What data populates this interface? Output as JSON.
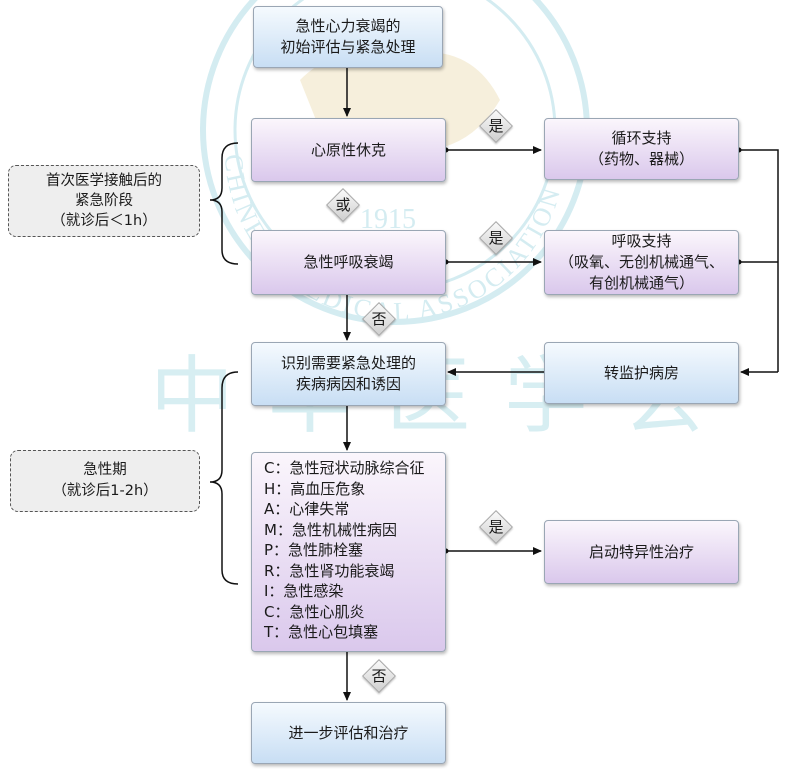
{
  "watermark": {
    "en_text": "CHINESE MEDICAL ASSOCIATION",
    "year": "1915",
    "cn_text": "中华医学会"
  },
  "nodes": {
    "start": "急性心力衰竭的\n初始评估与紧急处理",
    "shock": "心原性休克",
    "resp_failure": "急性呼吸衰竭",
    "circ_support": "循环支持\n（药物、器械）",
    "resp_support": "呼吸支持\n（吸氧、无创机械通气、\n有创机械通气）",
    "identify": "识别需要紧急处理的\n疾病病因和诱因",
    "monitor": "转监护病房",
    "specific_tx": "启动特异性治疗",
    "further": "进一步评估和治疗"
  },
  "causes": [
    "C：急性冠状动脉综合征",
    "H：高血压危象",
    "A：心律失常",
    "M：急性机械性病因",
    "P：急性肺栓塞",
    "R：急性肾功能衰竭",
    "I：急性感染",
    "C：急性心肌炎",
    "T：急性心包填塞"
  ],
  "phases": {
    "phase1": "首次医学接触后的\n紧急阶段\n（就诊后＜1h）",
    "phase2": "急性期\n（就诊后1-2h）"
  },
  "decisions": {
    "yes": "是",
    "no": "否",
    "or": "或"
  },
  "colors": {
    "blue_box": "#c8def4",
    "purple_box": "#dac8ec",
    "arrow": "#111111",
    "watermark": "#cfe9ef",
    "diamond": "#d8d8d8"
  }
}
